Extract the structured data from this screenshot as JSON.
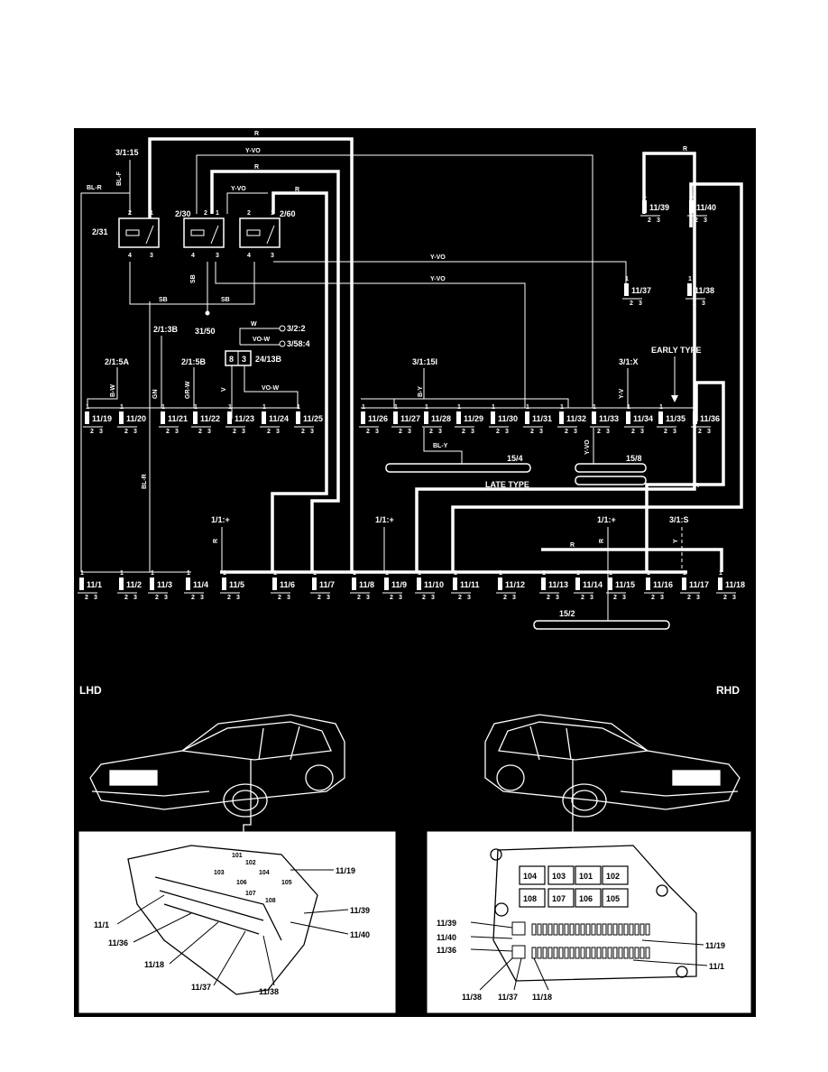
{
  "relays": [
    {
      "id": "relay-231",
      "label": "2/31",
      "pin_top_left": "2",
      "pin_top_right": "1",
      "pin_bottom_left": "4",
      "pin_bottom_right": "3"
    },
    {
      "id": "relay-230",
      "label": "2/30",
      "pin_top_left": "2",
      "pin_top_right": "1",
      "pin_bottom_left": "4",
      "pin_bottom_right": "3"
    },
    {
      "id": "relay-260",
      "label": "2/60",
      "pin_top_left": "2",
      "pin_top_right": "1",
      "pin_bottom_left": "4",
      "pin_bottom_right": "3"
    }
  ],
  "wire_labels": {
    "r": "R",
    "yvo": "Y-VO",
    "blr": "BL-R",
    "blf": "BL-F",
    "sb": "SB",
    "bw": "B-W",
    "gn": "GN",
    "grw": "GR-W",
    "v": "V",
    "w": "W",
    "vow": "VO-W",
    "bly": "BL-Y",
    "yv": "Y-V",
    "y": "Y"
  },
  "connectors": {
    "c3115": "3/1:15",
    "c3150": "31/50",
    "c213b": "2/1:3B",
    "c215a": "2/1:5A",
    "c215b": "2/1:5B",
    "c322": "3/2:2",
    "c3584": "3/58:4",
    "c2413b": "24/13B",
    "c3115i": "3/1:15I",
    "c31x": "3/1:X",
    "c111a": "1/1:+",
    "c111b": "1/1:+",
    "c111c": "1/1:+",
    "c31s": "3/1:S",
    "relay_pin8": "8",
    "relay_pin3": "3"
  },
  "fuses_row1": [
    "11/19",
    "11/20",
    "11/21",
    "11/22",
    "11/23",
    "11/24",
    "11/25",
    "11/26",
    "11/27",
    "11/28",
    "11/29",
    "11/30",
    "11/31",
    "11/32",
    "11/33",
    "11/34",
    "11/35",
    "11/36"
  ],
  "fuses_row2": [
    "11/1",
    "11/2",
    "11/3",
    "11/4",
    "11/5",
    "11/6",
    "11/7",
    "11/8",
    "11/9",
    "11/10",
    "11/11",
    "11/12",
    "11/13",
    "11/14",
    "11/15",
    "11/16",
    "11/17",
    "11/18"
  ],
  "fuses_top": [
    "11/39",
    "11/40",
    "11/37",
    "11/38"
  ],
  "fuse_pins": {
    "p1": "1",
    "p2": "2",
    "p3": "3"
  },
  "buses": {
    "b154": "15/4",
    "b158": "15/8",
    "b152": "15/2"
  },
  "annotations": {
    "early": "EARLY TYPE",
    "late": "LATE TYPE"
  },
  "views": {
    "lhd": "LHD",
    "rhd": "RHD"
  },
  "lhd_box": {
    "relays": [
      "101",
      "102",
      "103",
      "104",
      "105",
      "106",
      "107",
      "108"
    ],
    "callouts": [
      "11/19",
      "11/39",
      "11/40",
      "11/1",
      "11/36",
      "11/18",
      "11/37",
      "11/38"
    ]
  },
  "rhd_box": {
    "relays": [
      "104",
      "103",
      "101",
      "102",
      "108",
      "107",
      "106",
      "105"
    ],
    "callouts": [
      "11/39",
      "11/40",
      "11/36",
      "11/19",
      "11/1",
      "11/38",
      "11/37",
      "11/18"
    ]
  },
  "colors": {
    "background": "#000000",
    "wire": "#ffffff",
    "page": "#ffffff"
  }
}
